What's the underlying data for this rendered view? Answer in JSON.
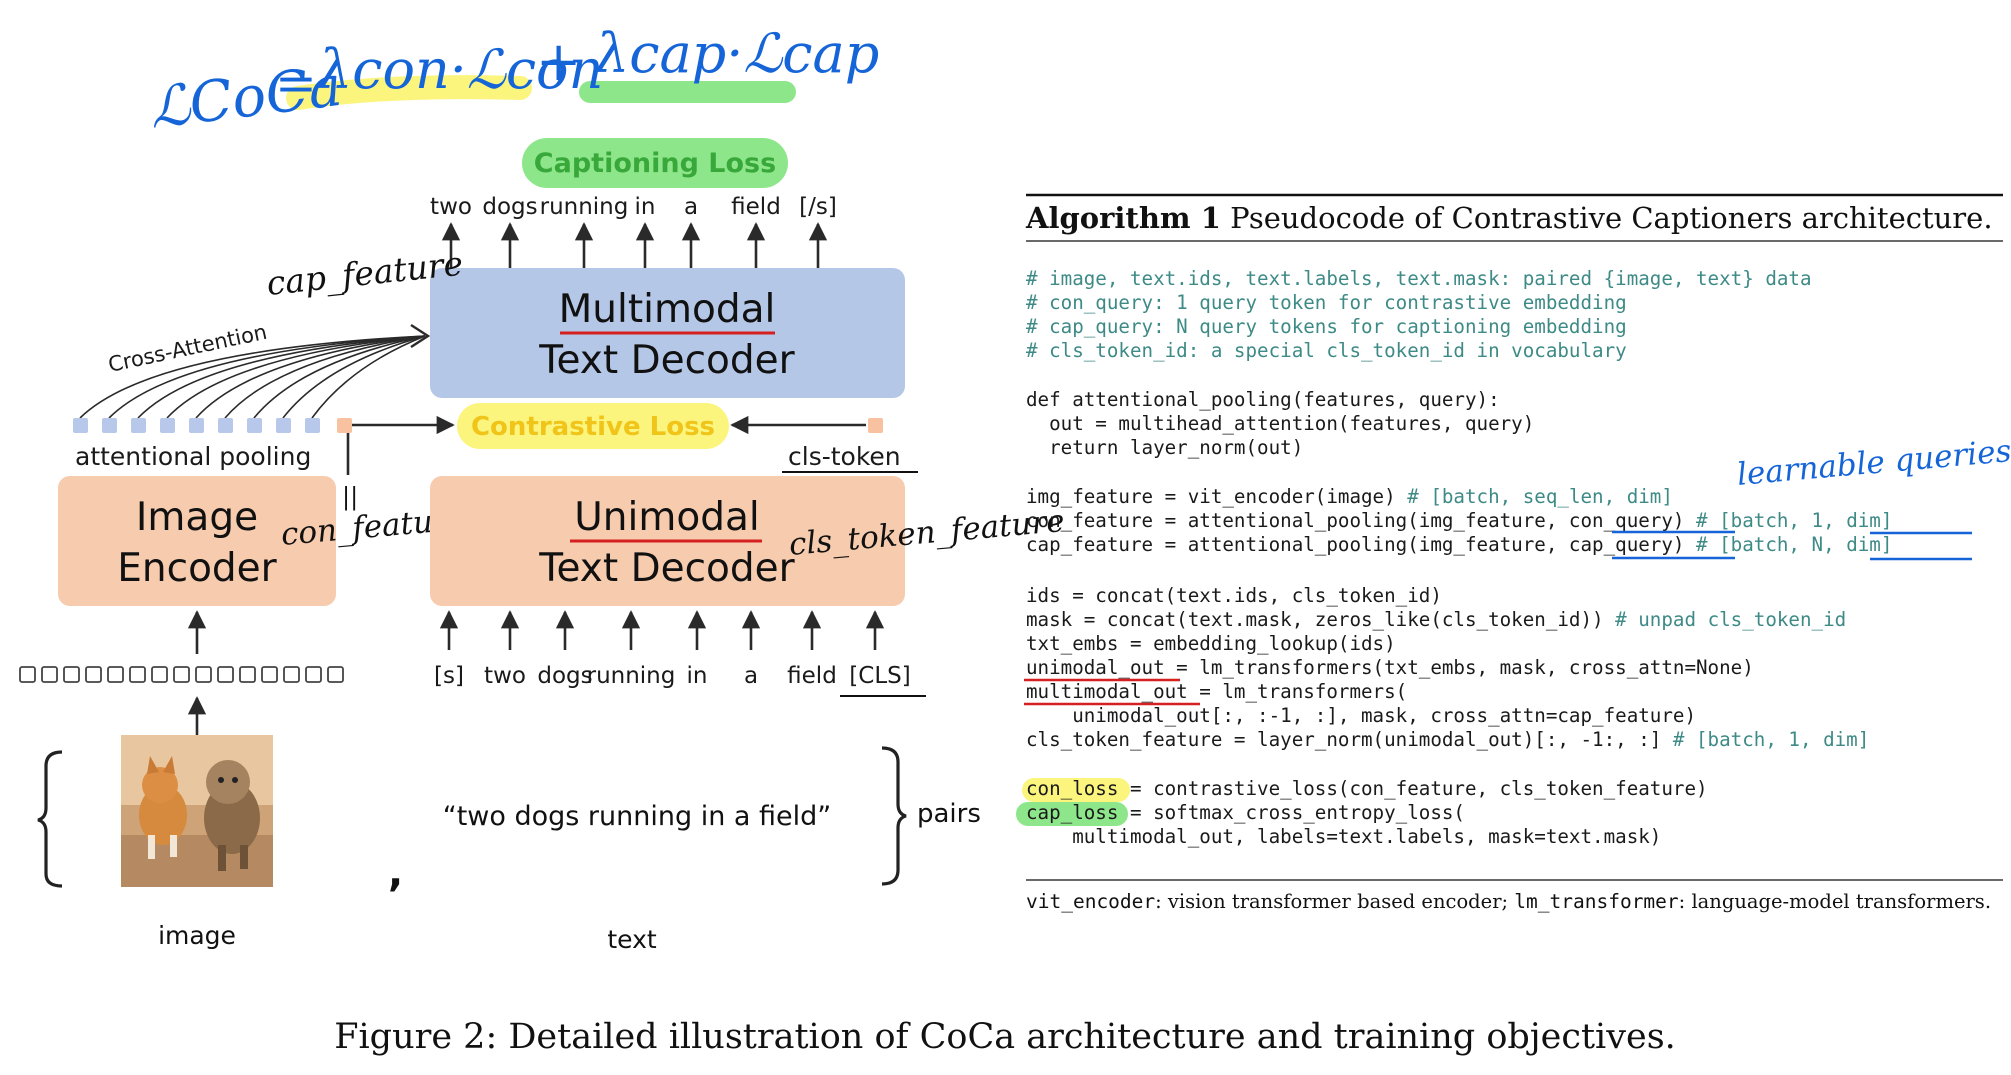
{
  "diagram": {
    "handwritten_formula": {
      "lhs": "ℒCoCa",
      "equals": "=",
      "con_term": "λcon·ℒcon",
      "plus": "+",
      "cap_term": "λcap·ℒcap"
    },
    "captioning_loss_label": "Captioning Loss",
    "contrastive_loss_label": "Contrastive Loss",
    "output_tokens": [
      "two",
      "dogs",
      "running",
      "in",
      "a",
      "field",
      "[/s]"
    ],
    "multimodal_decoder": {
      "line1": "Multimodal",
      "line2": "Text Decoder"
    },
    "unimodal_decoder": {
      "line1": "Unimodal",
      "line2": "Text Decoder"
    },
    "image_encoder": {
      "line1": "Image",
      "line2": "Encoder"
    },
    "cross_attention_label": "Cross-Attention",
    "attentional_pooling_label": "attentional pooling",
    "cap_feature_note": "cap_feature",
    "con_feature_note": "con_feature",
    "cls_token_label": "cls-token",
    "cls_token_feature_note": "cls_token_feature",
    "equals_mark": "||",
    "input_tokens": [
      "[s]",
      "two",
      "dogs",
      "running",
      "in",
      "a",
      "field",
      "[CLS]"
    ],
    "quote_text": "“two dogs running in a field”",
    "pairs_label": "pairs",
    "image_label": "image",
    "text_label": "text",
    "comma": ","
  },
  "algorithm": {
    "title_bold": "Algorithm 1",
    "title_rest": " Pseudocode of Contrastive Captioners architecture.",
    "learnable_note": "learnable queries",
    "comments": [
      "# image, text.ids, text.labels, text.mask: paired {image, text} data",
      "# con_query: 1 query token for contrastive embedding",
      "# cap_query: N query tokens for captioning embedding",
      "# cls_token_id: a special cls_token_id in vocabulary"
    ],
    "lines": {
      "def1": "def attentional_pooling(features, query):",
      "def2": "  out = multihead_attention(features, query)",
      "def3": "  return layer_norm(out)",
      "img1": "img_feature = vit_encoder(image) ",
      "img1c": "# [batch, seq_len, dim]",
      "con1": "con_feature = attentional_pooling(img_feature, con_query) ",
      "con1c": "# [batch, 1, dim]",
      "cap1": "cap_feature = attentional_pooling(img_feature, cap_query) ",
      "cap1c": "# [batch, N, dim]",
      "ids1": "ids = concat(text.ids, cls_token_id)",
      "mask1": "mask = concat(text.mask, zeros_like(cls_token_id)) ",
      "mask1c": "# unpad cls_token_id",
      "txt1": "txt_embs = embedding_lookup(ids)",
      "uni1": "unimodal_out = lm_transformers(txt_embs, mask, cross_attn=None)",
      "multi1": "multimodal_out = lm_transformers(",
      "multi2": "    unimodal_out[:, :-1, :], mask, cross_attn=cap_feature)",
      "cls1": "cls_token_feature = layer_norm(unimodal_out)[:, -1:, :] ",
      "cls1c": "# [batch, 1, dim]",
      "closs1": "con_loss = contrastive_loss(con_feature, cls_token_feature)",
      "caploss1": "cap_loss = softmax_cross_entropy_loss(",
      "caploss2": "    multimodal_out, labels=text.labels, mask=text.mask)"
    },
    "footer_a": "vit_encoder",
    "footer_b": ": vision transformer based encoder; ",
    "footer_c": "lm_transformer",
    "footer_d": ": language-model transformers."
  },
  "figure_caption": "Figure 2: Detailed illustration of CoCa architecture and training objectives.",
  "colors": {
    "multimodal_box": "#b4c7e7",
    "unimodal_box": "#f7cbae",
    "image_encoder_box": "#f7cbae",
    "captioning_loss": "#8ee68a",
    "contrastive_loss": "#fbf57e",
    "query_token_blue": "#b7c8ea",
    "query_token_orange": "#f8c19f",
    "ink_blue": "#1565d8",
    "ink_red": "#d62020",
    "highlight_yellow": "#fbf57e",
    "highlight_green": "#8ee68a",
    "comment_teal": "#3d8a86"
  }
}
